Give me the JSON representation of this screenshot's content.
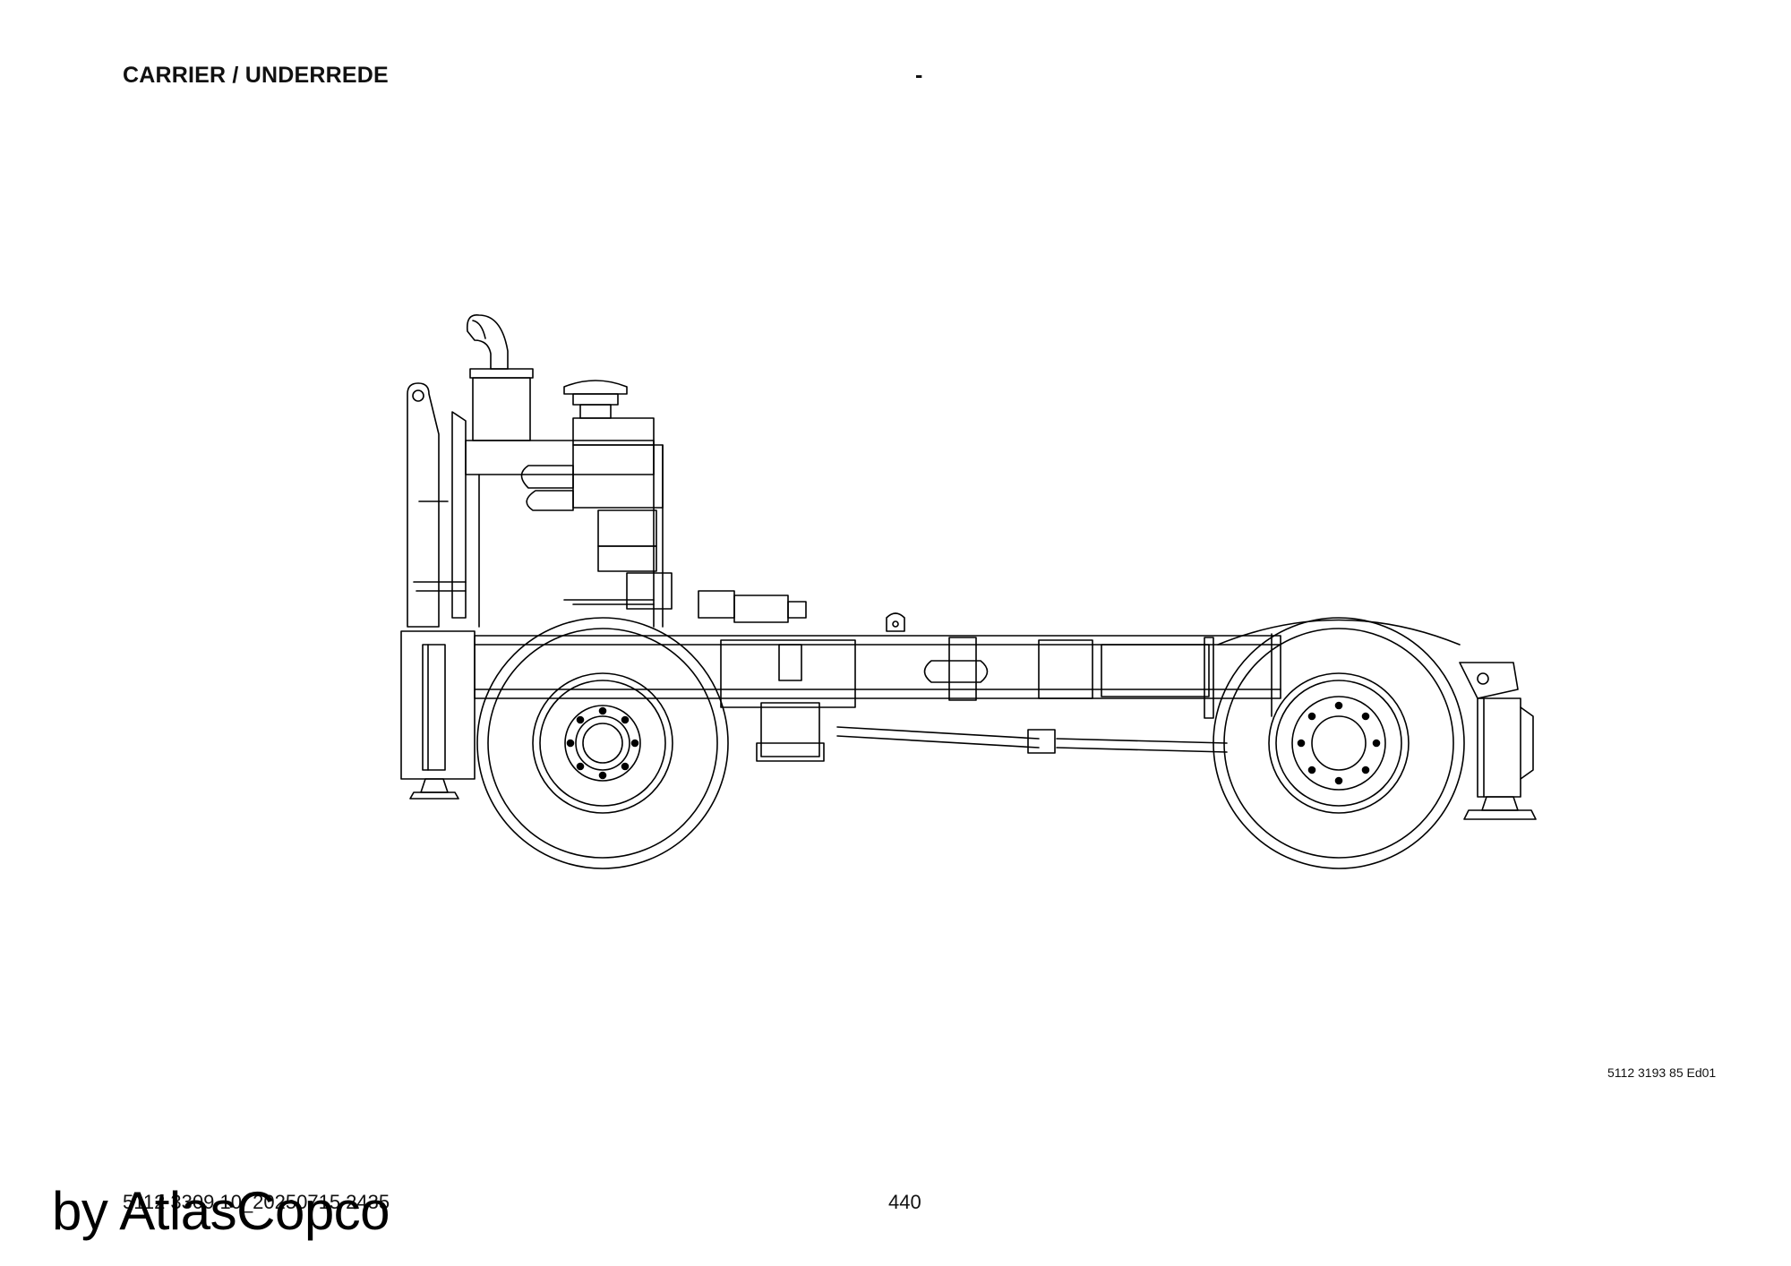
{
  "header": {
    "title": "CARRIER / UNDERREDE",
    "dash": "-"
  },
  "drawing": {
    "code": "5112 3193 85 Ed01"
  },
  "footer": {
    "document_id": "5112 3309 10_20250715 2435",
    "page_number": "440",
    "watermark": "by AtlasCopco"
  }
}
